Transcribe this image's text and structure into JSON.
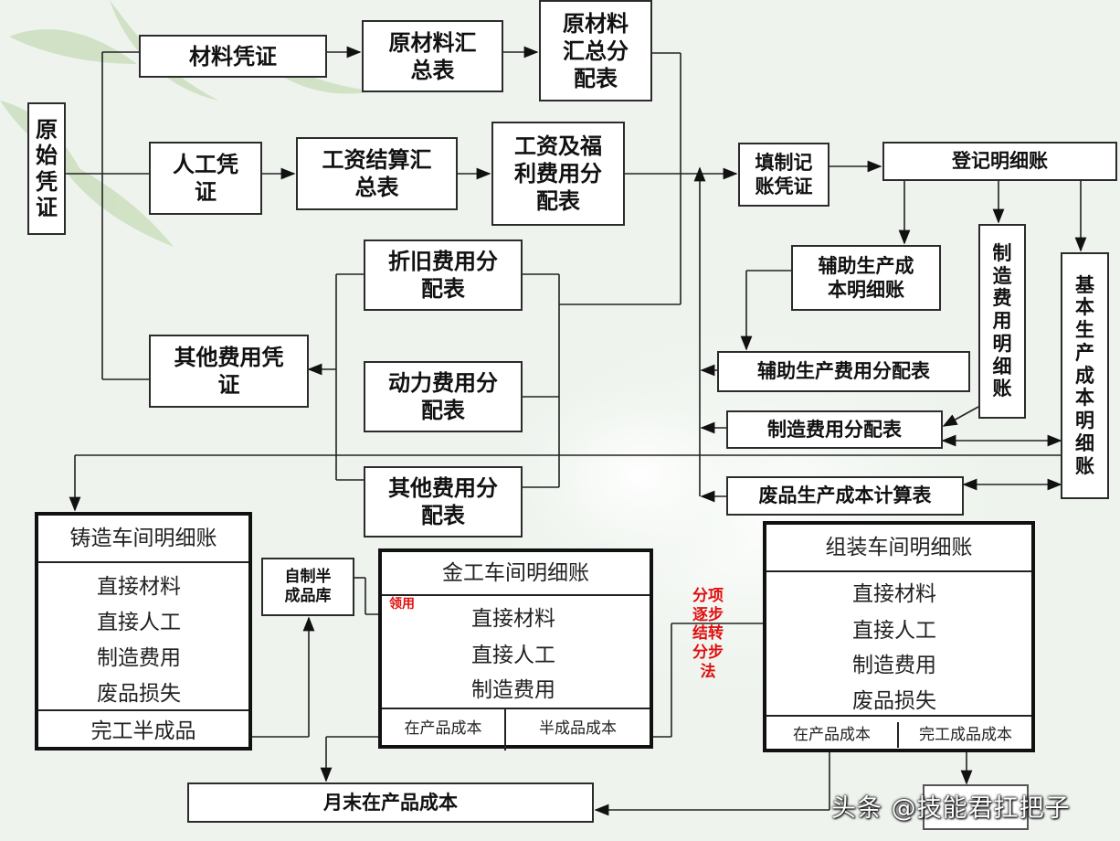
{
  "source": {
    "original_voucher": "原始凭证"
  },
  "vouchers": {
    "material": "材料凭证",
    "labor": "人工凭\n证",
    "other_expense": "其他费用凭\n证"
  },
  "summaries": {
    "raw_material_summary": "原材料汇\n总表",
    "raw_material_allocation": "原材料\n汇总分\n配表",
    "wage_settlement": "工资结算汇\n总表",
    "wage_welfare_allocation": "工资及福\n利费用分\n配表",
    "depreciation_allocation": "折旧费用分\n配表",
    "power_allocation": "动力费用分\n配表",
    "other_allocation": "其他费用分\n配表"
  },
  "accounting": {
    "fill_voucher": "填制记\n账凭证",
    "register_ledger": "登记明细账",
    "auxiliary_ledger": "辅助生产成\n本明细账",
    "overhead_ledger": "制造费用明细账",
    "basic_production_ledger": "基本生产成本明细账",
    "auxiliary_allocation": "辅助生产费用分配表",
    "overhead_allocation": "制造费用分配表",
    "scrap_calculation": "废品生产成本计算表"
  },
  "workshops": {
    "casting": {
      "title": "铸造车间明细账",
      "items": [
        "直接材料",
        "直接人工",
        "制造费用",
        "废品损失"
      ],
      "footer": "完工半成品"
    },
    "semi_store": "自制半\n成品库",
    "machining": {
      "title": "金工车间明细账",
      "items": [
        "直接材料",
        "直接人工",
        "制造费用"
      ],
      "footer_left": "在产品成本",
      "footer_right": "半成品成本"
    },
    "assembly": {
      "title": "组装车间明细账",
      "items": [
        "直接材料",
        "直接人工",
        "制造费用",
        "废品损失"
      ],
      "footer_left": "在产品成本",
      "footer_right": "完工成品成本"
    }
  },
  "annotations": {
    "requisition": "领用",
    "method": "分项\n逐步\n结转\n分步\n法"
  },
  "bottom": {
    "month_end_wip": "月末在产品成本"
  },
  "watermark": "头条 @技能君扛把子"
}
